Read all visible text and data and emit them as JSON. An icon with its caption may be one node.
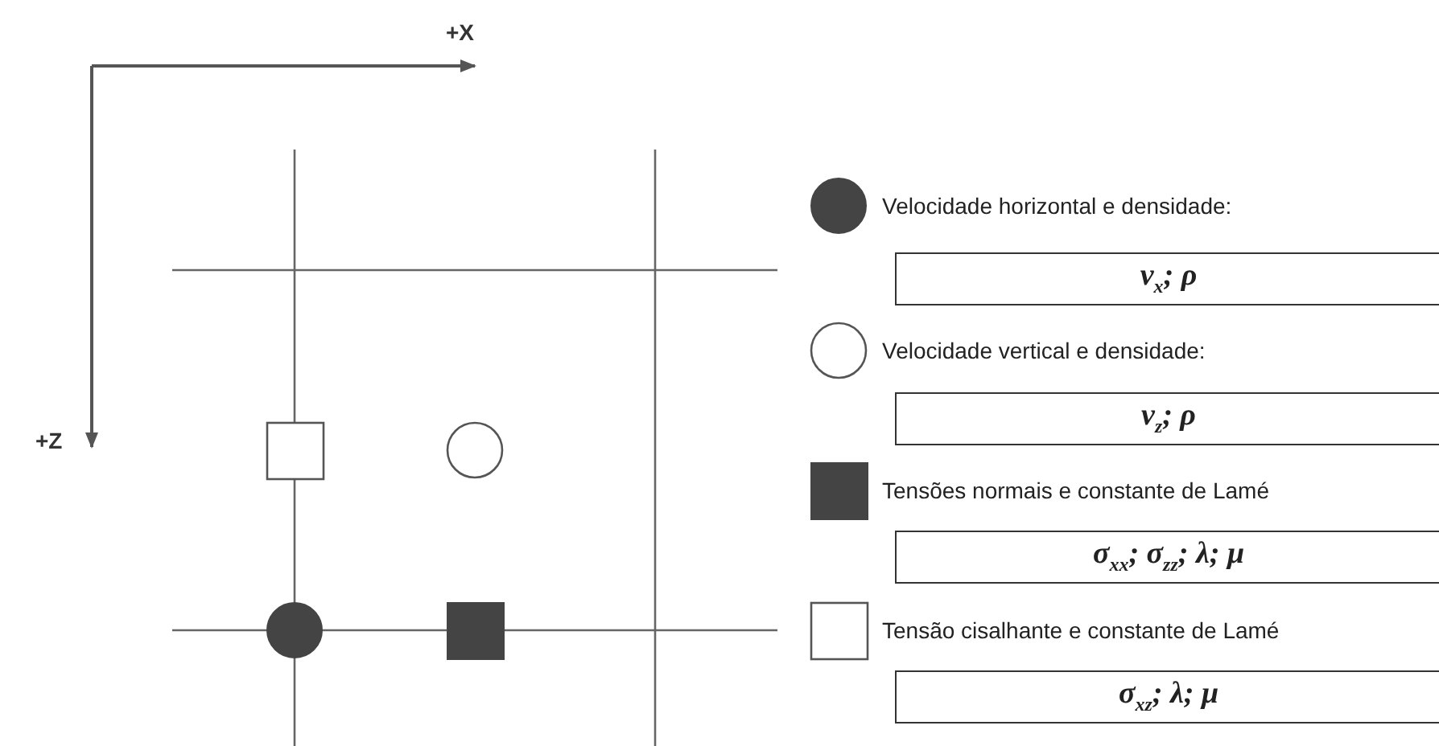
{
  "diagram": {
    "nodes": [
      {
        "text": [
          "v$_{x}$; ρ"
        ]
      },
      {
        "text": [
          "v$_{z}$; ρ"
        ]
      },
      {
        "text": [
          "σ$_{xx}$; σ$_{zz}$; λ; μ"
        ]
      },
      {
        "text": [
          "σ$_{xz}$; λ; μ"
        ]
      }
    ],
    "labels": [
      "+X",
      "+Z"
    ],
    "legend": [
      {
        "text": "Velocidade horizontal e densidade:"
      },
      {
        "text": "Velocidade vertical e densidade:"
      },
      {
        "text": "Tensões normais e constante de Lamé"
      },
      {
        "text": "Tensão cisalhante e constante de Lamé"
      }
    ]
  }
}
